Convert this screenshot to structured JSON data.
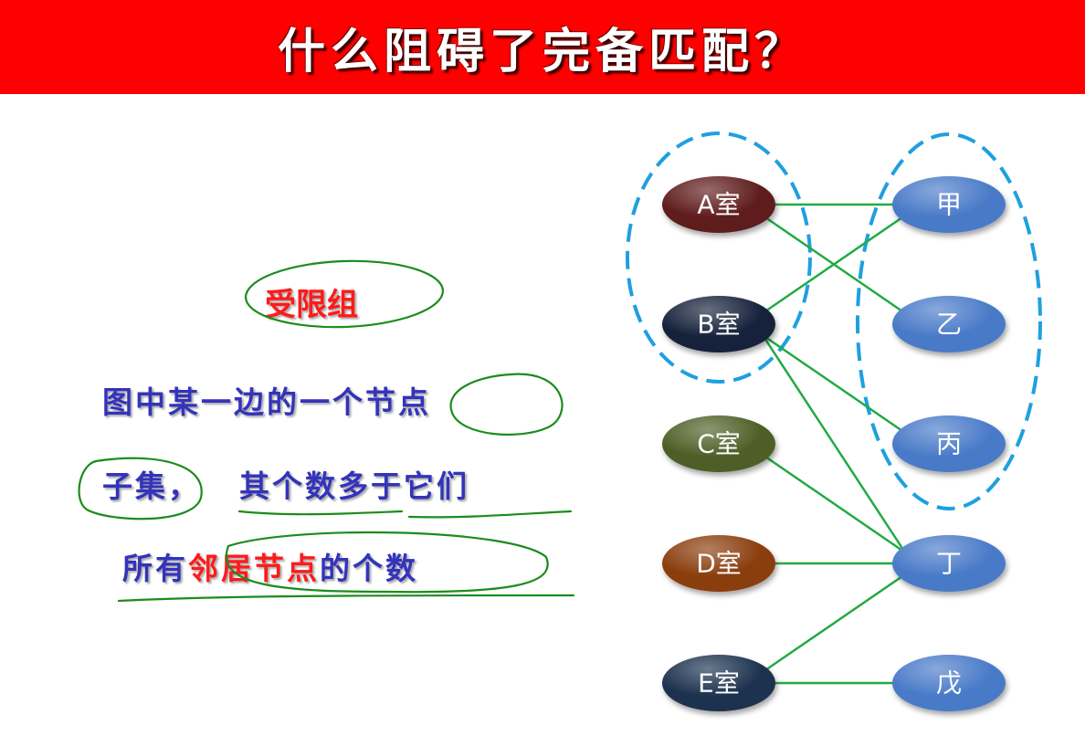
{
  "title": "什么阻碍了完备匹配？",
  "annotation": {
    "heading": "受限组",
    "line1": "图中某一边的一个节点",
    "line2a": "子集，",
    "line2b": "其个数多于它们",
    "line3_pre": "所有",
    "line3_red": "邻居节点",
    "line3_post": "的个数"
  },
  "graph": {
    "left_nodes": [
      {
        "id": "A",
        "label": "A室",
        "color": "#5e1e1e"
      },
      {
        "id": "B",
        "label": "B室",
        "color": "#14203a"
      },
      {
        "id": "C",
        "label": "C室",
        "color": "#4e5e26"
      },
      {
        "id": "D",
        "label": "D室",
        "color": "#8a3e0a"
      },
      {
        "id": "E",
        "label": "E室",
        "color": "#1c3050"
      }
    ],
    "right_nodes": [
      {
        "id": "jia",
        "label": "甲"
      },
      {
        "id": "yi",
        "label": "乙"
      },
      {
        "id": "bing",
        "label": "丙"
      },
      {
        "id": "ding",
        "label": "丁"
      },
      {
        "id": "wu",
        "label": "戊"
      }
    ],
    "edges": [
      [
        "A",
        "jia"
      ],
      [
        "A",
        "yi"
      ],
      [
        "B",
        "jia"
      ],
      [
        "B",
        "bing"
      ],
      [
        "B",
        "ding"
      ],
      [
        "C",
        "ding"
      ],
      [
        "D",
        "ding"
      ],
      [
        "E",
        "ding"
      ],
      [
        "E",
        "wu"
      ]
    ],
    "edge_color": "#22aa44",
    "right_node_color": "#4a7ac8",
    "group_outline_color": "#1ea0e0",
    "highlight_stroke_color": "#1c8c1c"
  }
}
